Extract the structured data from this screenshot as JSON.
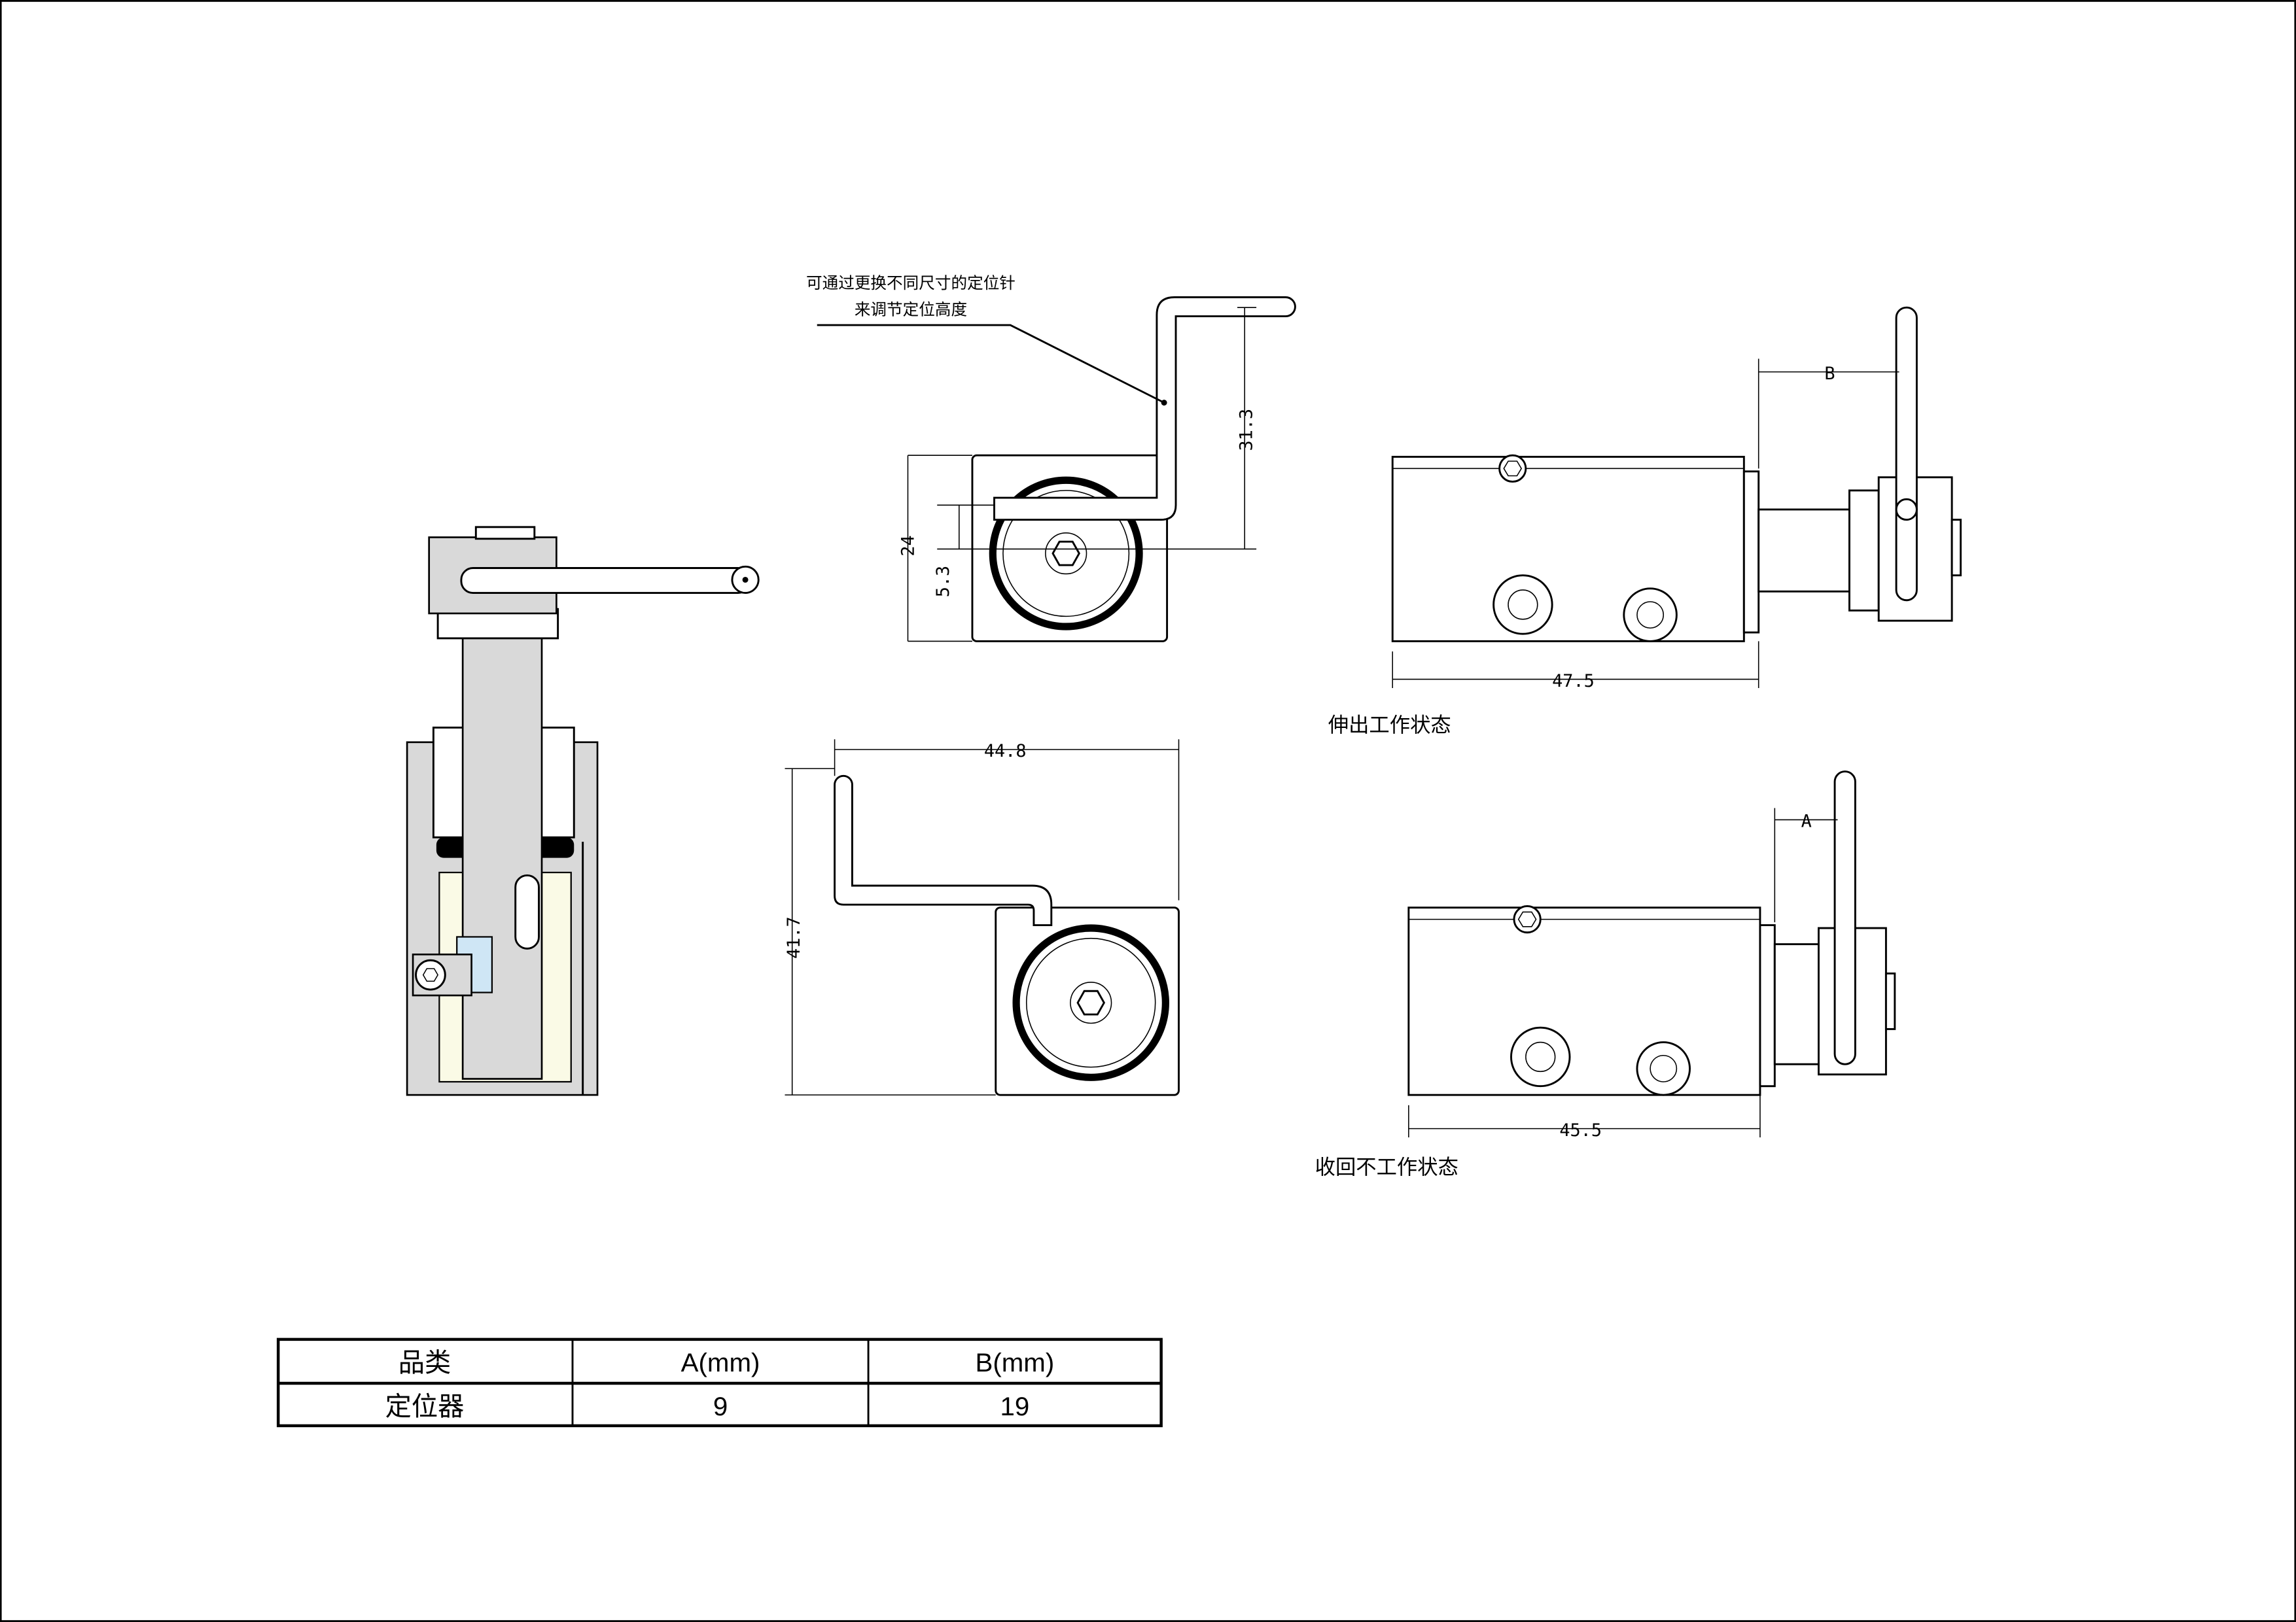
{
  "annotation": {
    "line1": "可通过更换不同尺寸的定位针",
    "line2": "来调节定位高度"
  },
  "dimensions": {
    "pin_height": "31.3",
    "block_height": "24",
    "center_offset": "5.3",
    "total_width": "44.8",
    "total_height": "41.7",
    "extended_length": "47.5",
    "retracted_length": "45.5",
    "label_b": "B",
    "label_a": "A"
  },
  "captions": {
    "extended": "伸出工作状态",
    "retracted": "收回不工作状态"
  },
  "table": {
    "headers": [
      "品类",
      "A(mm)",
      "B(mm)"
    ],
    "rows": [
      [
        "定位器",
        "9",
        "19"
      ]
    ]
  }
}
